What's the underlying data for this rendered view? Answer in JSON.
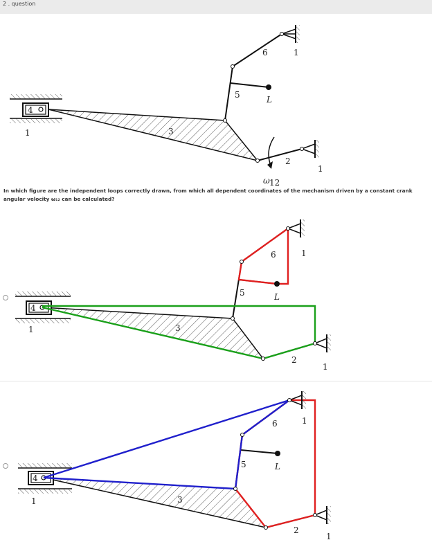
{
  "question": {
    "header": "2 . question",
    "text": "In which figure are the independent loops correctly drawn, from which all dependent coordinates of the mechanism driven by a constant crank angular velocity ω₁₂ can be calculated?"
  },
  "figure": {
    "labels": {
      "ground": "1",
      "crank": "2",
      "link3": "3",
      "slider": "4",
      "link5": "5",
      "link6": "6",
      "point_L": "L",
      "omega": "ω",
      "omega_sub": "12"
    }
  },
  "options": [
    {
      "id": "option-1",
      "loop_colors": [
        "#e02020",
        "#1aa01a"
      ]
    },
    {
      "id": "option-2",
      "loop_colors": [
        "#e02020",
        "#2020cc"
      ]
    }
  ]
}
